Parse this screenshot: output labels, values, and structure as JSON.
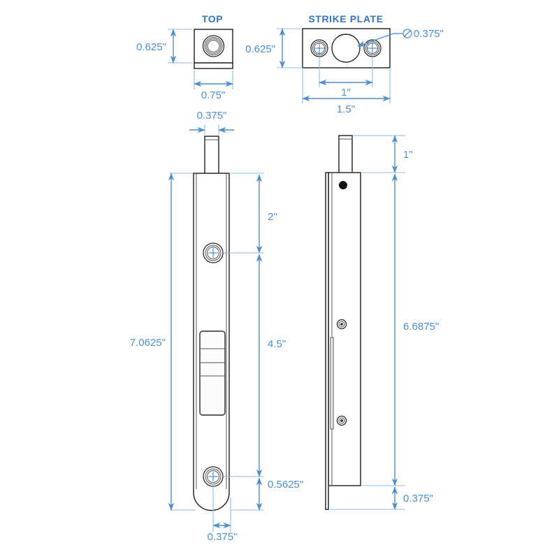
{
  "drawing": {
    "title_top": "TOP",
    "title_strike": "STRIKE PLATE",
    "units": "inches"
  },
  "top_view": {
    "label": "TOP",
    "height_dim": "0.625\"",
    "width_dim": "0.75\""
  },
  "strike_plate_view": {
    "label": "STRIKE PLATE",
    "height_dim": "0.625\"",
    "hole_spacing_dim": "1\"",
    "overall_width_dim": "1.5\"",
    "hole_diameter_callout": "⌀ 0.375\""
  },
  "front_view": {
    "rod_diameter_dim": "0.375\"",
    "overall_length_dim": "7.0625\"",
    "top_screw_dim": "2\"",
    "screw_to_screw_dim": "4.5\"",
    "bottom_screw_dim": "0.5625\"",
    "bottom_radius_dim": "0.375\""
  },
  "side_view": {
    "rod_length_dim": "1\"",
    "body_length_dim": "6.6875\"",
    "faceplate_tail_dim": "0.375\""
  },
  "colors": {
    "dimension_blue": "#4a8fd4",
    "title_blue": "#2e75c8",
    "extension_blue": "#8cbbe8",
    "outline_black": "#2a2a2a",
    "background": "#ffffff"
  }
}
